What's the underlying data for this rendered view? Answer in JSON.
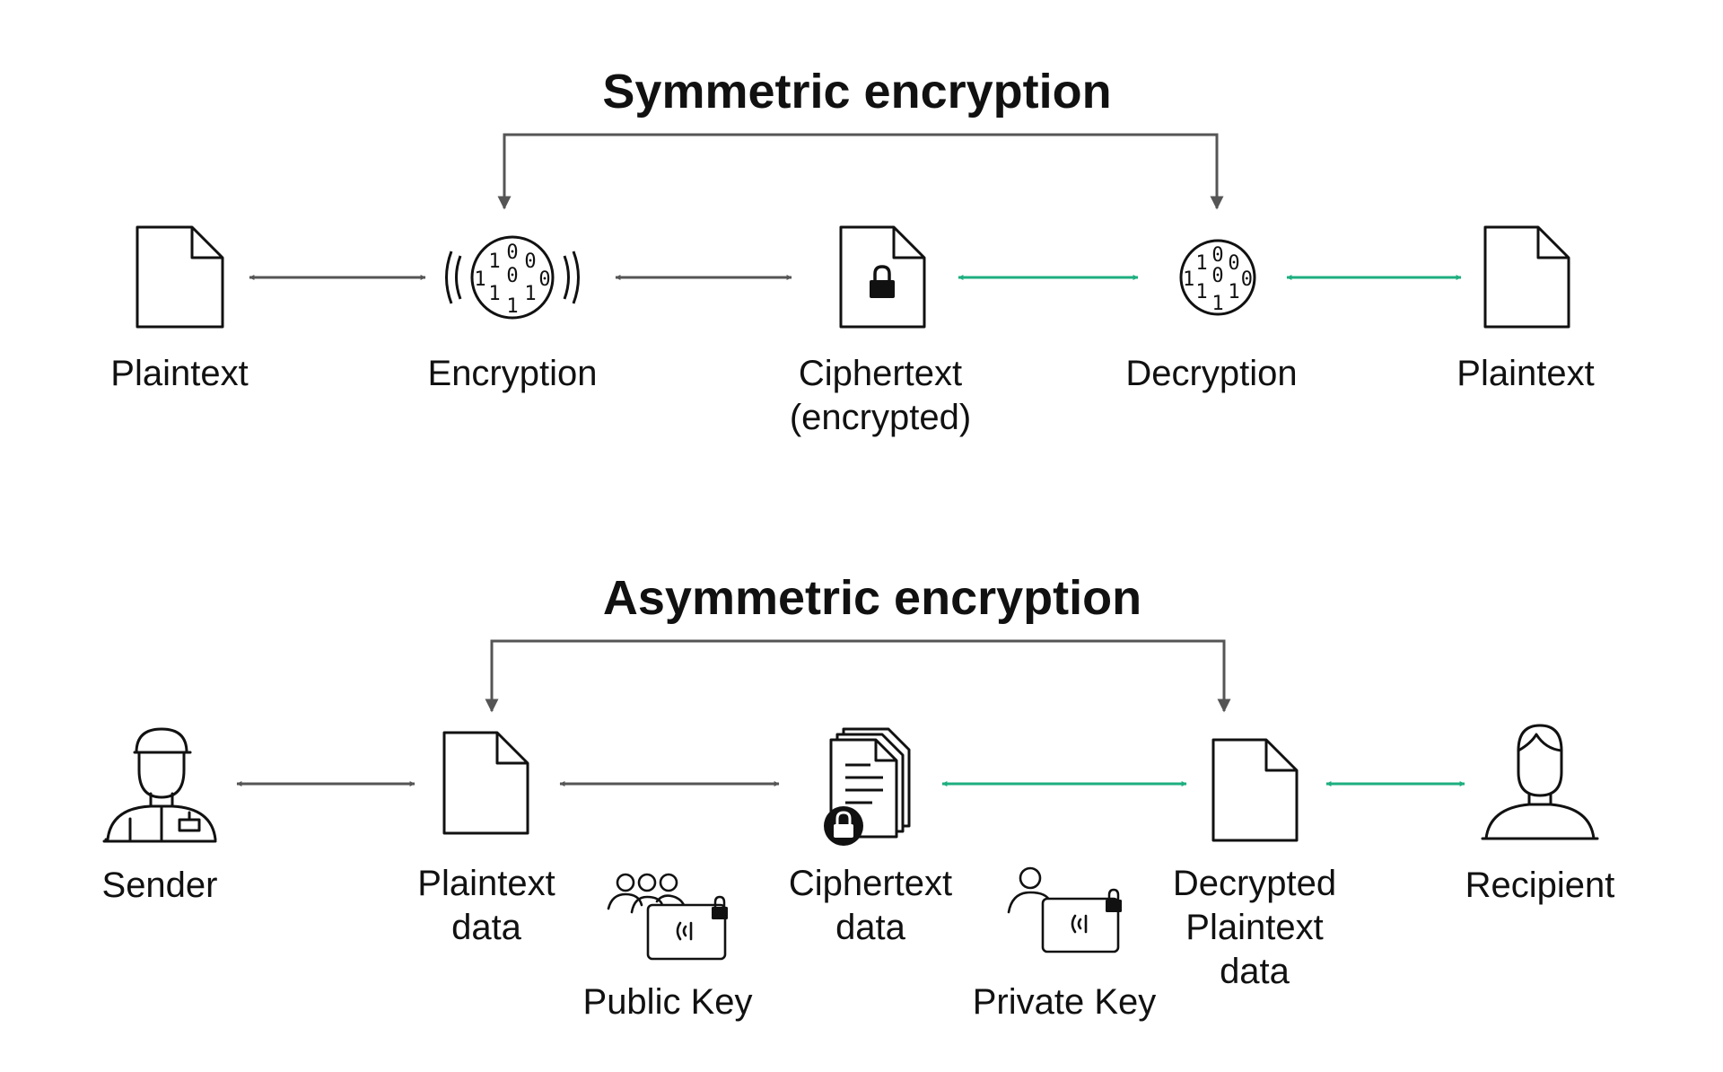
{
  "symmetric": {
    "title": "Symmetric encryption",
    "nodes": {
      "plaintext_in": "Plaintext",
      "encryption": "Encryption",
      "ciphertext_line1": "Ciphertext",
      "ciphertext_line2": "(encrypted)",
      "decryption": "Decryption",
      "plaintext_out": "Plaintext"
    }
  },
  "asymmetric": {
    "title": "Asymmetric encryption",
    "nodes": {
      "sender": "Sender",
      "plaintext_line1": "Plaintext",
      "plaintext_line2": "data",
      "public_key": "Public Key",
      "ciphertext_line1": "Ciphertext",
      "ciphertext_line2": "data",
      "private_key": "Private Key",
      "decrypted_line1": "Decrypted",
      "decrypted_line2": "Plaintext",
      "decrypted_line3": "data",
      "recipient": "Recipient"
    }
  },
  "colors": {
    "gray_arrow": "#555555",
    "green_arrow": "#1DAE7F",
    "icon_stroke": "#111111"
  },
  "icons": {
    "document": "document-icon",
    "encryption_disc": "encryption-binary-icon",
    "decryption_disc": "decryption-binary-icon",
    "lock": "lock-icon",
    "sender": "sender-person-icon",
    "recipient": "recipient-person-icon",
    "public_key": "public-key-icon",
    "private_key": "private-key-icon",
    "stacked_documents": "stacked-documents-icon"
  },
  "binary_digits": [
    "0",
    "1",
    "0",
    "1",
    "0",
    "0",
    "1",
    "1",
    "1"
  ]
}
